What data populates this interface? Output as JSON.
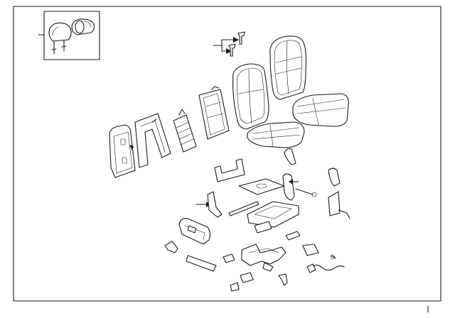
{
  "diagram": {
    "type": "exploded-parts-view",
    "subject": "seat-assembly",
    "line_color": "#1a1a1a",
    "background_color": "#ffffff",
    "callout_style": "leader-lines-with-arrows"
  }
}
